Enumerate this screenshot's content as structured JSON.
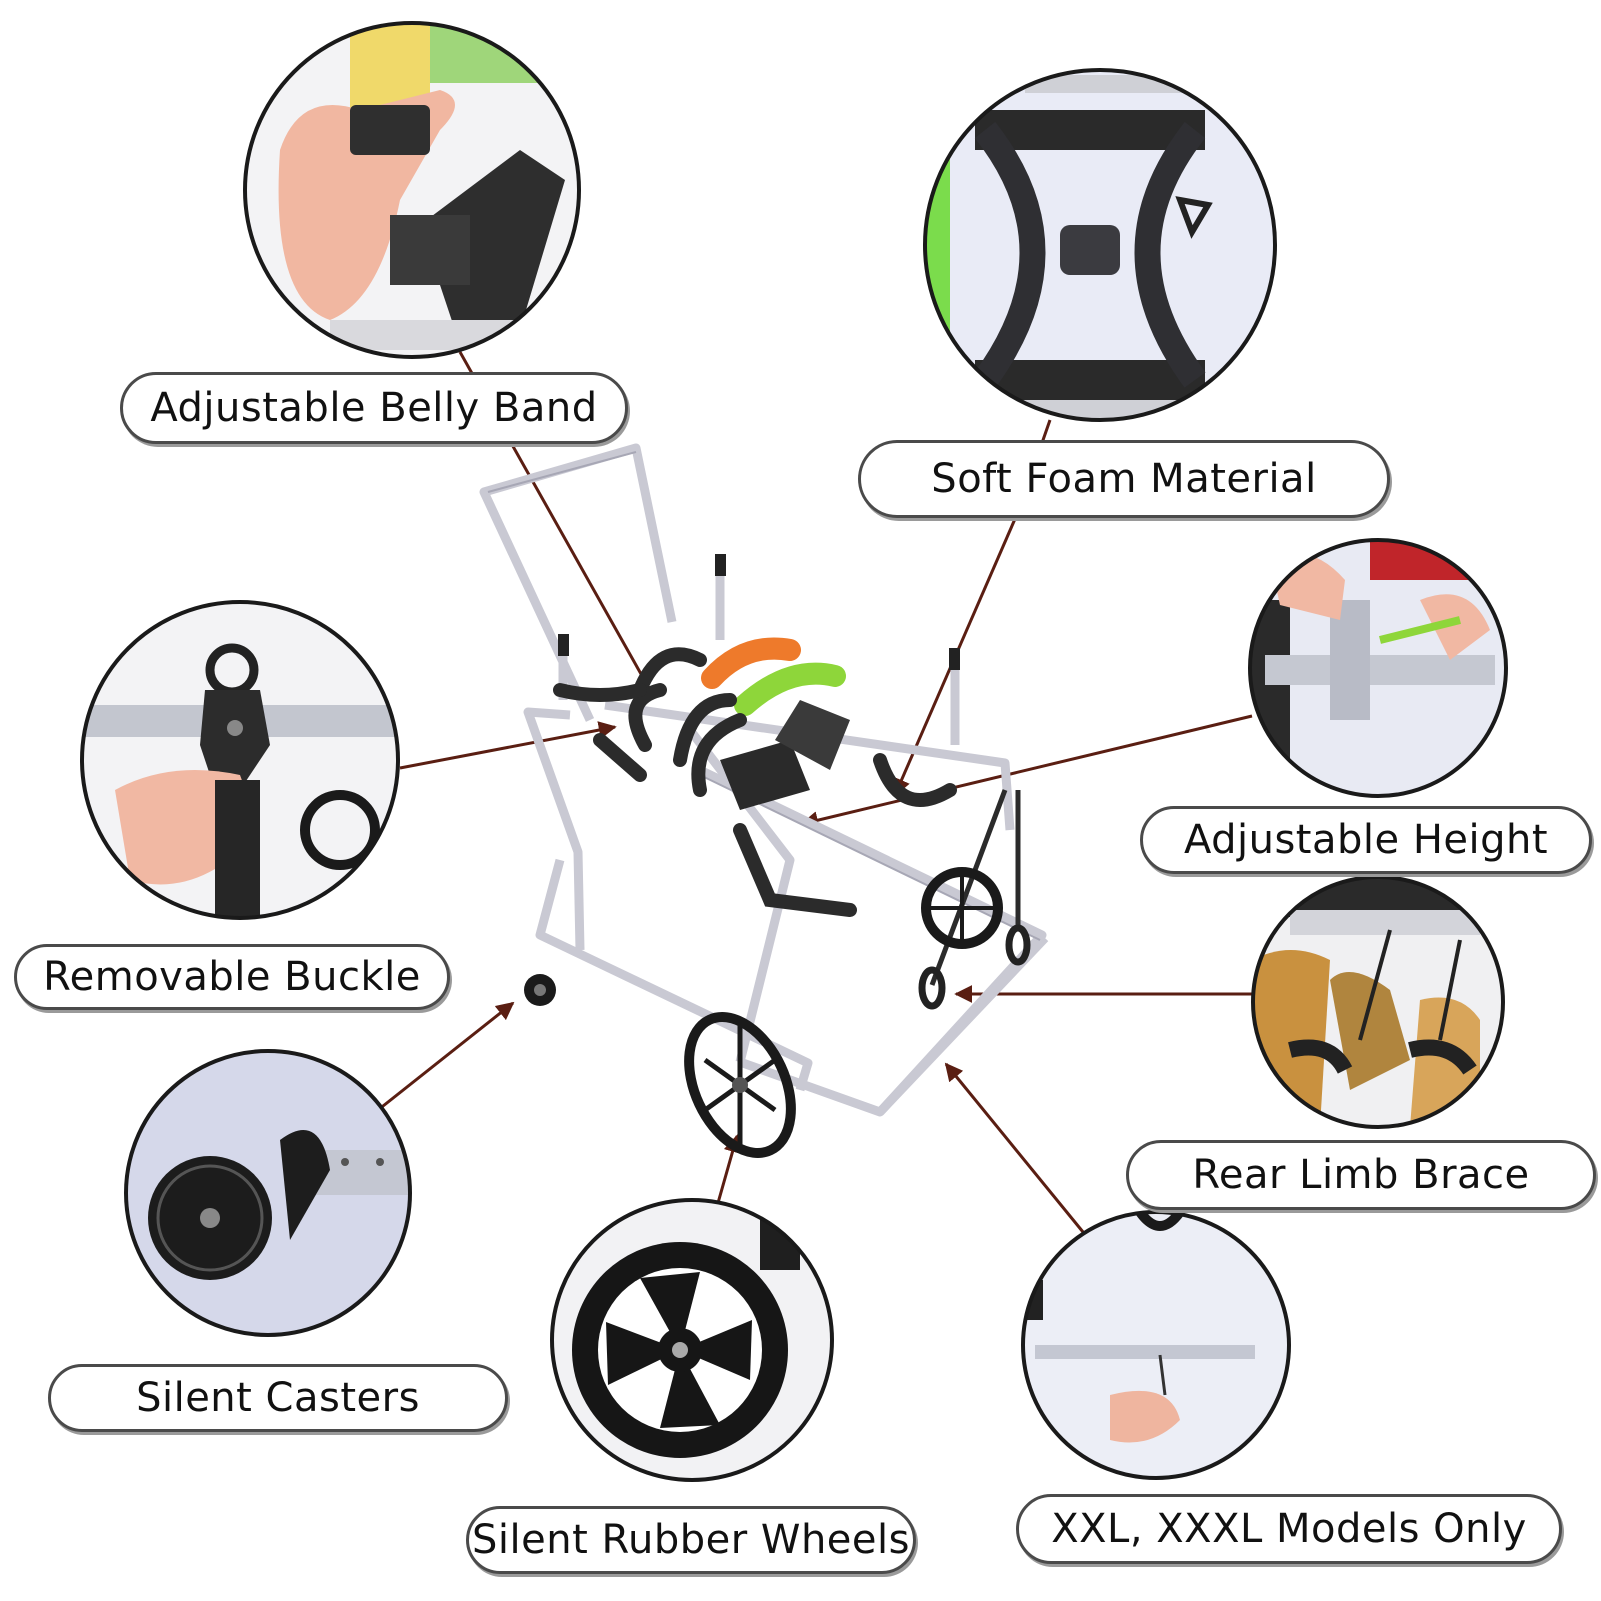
{
  "callouts": {
    "belly_band": "Adjustable Belly Band",
    "soft_foam": "Soft Foam Material",
    "removable_buckle": "Removable Buckle",
    "adjustable_height": "Adjustable Height",
    "rear_limb_brace": "Rear Limb Brace",
    "silent_casters": "Silent Casters",
    "rubber_wheels": "Silent Rubber Wheels",
    "xxl_models": "XXL, XXXL Models Only"
  },
  "colors": {
    "leader_line": "#5a1e12",
    "frame": "#c9c9d3",
    "circle_border": "#1a1a1a",
    "foam_orange": "#ee7a2b",
    "foam_green": "#8ed63a"
  }
}
